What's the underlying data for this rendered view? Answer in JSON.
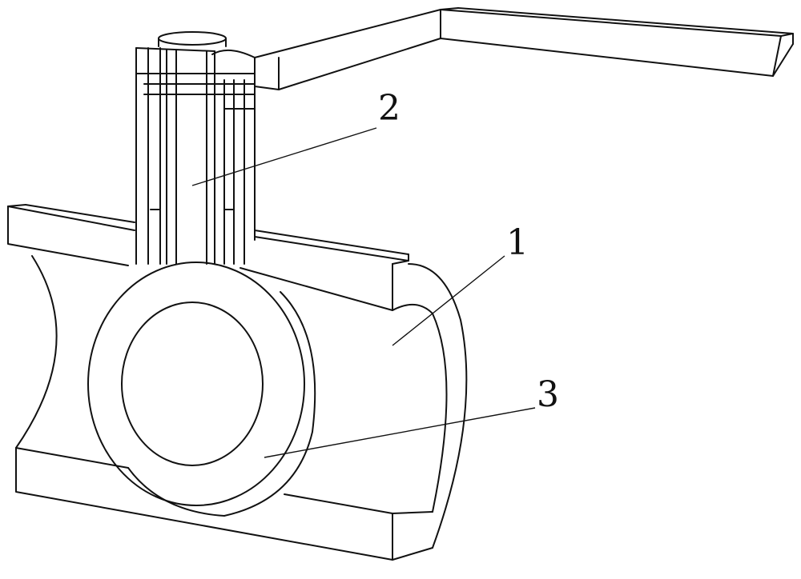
{
  "figure": {
    "stroke_color": "#111111",
    "background_color": "#ffffff",
    "labels": [
      {
        "id": "label-1",
        "text": "1"
      },
      {
        "id": "label-2",
        "text": "2"
      },
      {
        "id": "label-3",
        "text": "3"
      }
    ]
  }
}
